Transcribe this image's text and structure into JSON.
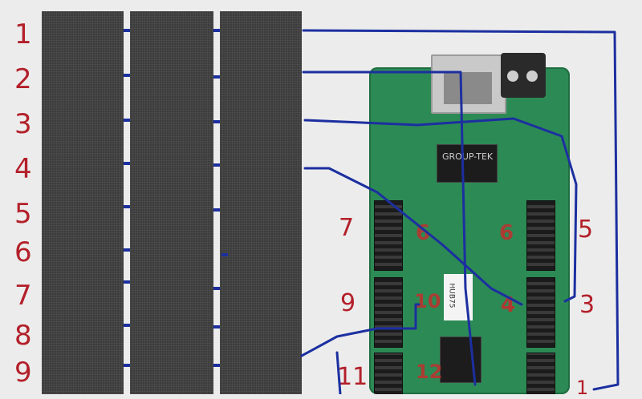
{
  "row_labels": [
    "1",
    "2",
    "3",
    "4",
    "5",
    "6",
    "7",
    "8",
    "9"
  ],
  "board": {
    "chip_label": "GROUP-TEK",
    "side_label": "HUB75",
    "annotations": {
      "red_6_left": "6",
      "red_6_right": "6",
      "red_4": "4",
      "red_10": "10",
      "red_12": "12",
      "left_7": "7",
      "left_9": "9",
      "left_11": "11",
      "right_5": "5",
      "right_3": "3",
      "right_1": "1"
    }
  },
  "colors": {
    "label_red": "#b3202a",
    "wire_blue": "#1c2fa0",
    "board_green": "#2c8a55",
    "panel_dark": "#3b3c3b"
  }
}
